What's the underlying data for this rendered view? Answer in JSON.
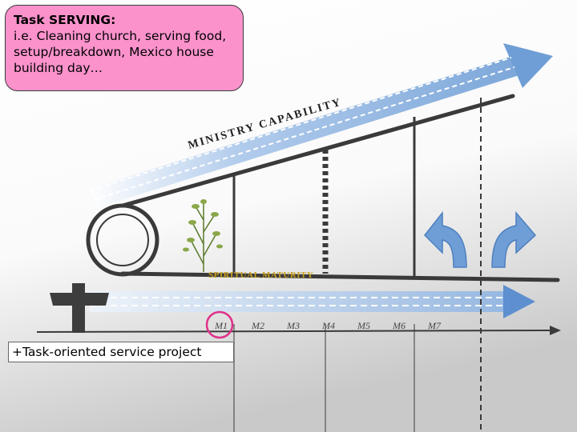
{
  "callout": {
    "title": "Task SERVING:",
    "body": "i.e. Cleaning church, serving food, setup/breakdown, Mexico house building day…"
  },
  "diagram": {
    "capability_label": "MINISTRY CAPABILITY",
    "maturity_label": "SPIRITUAL MATURITY",
    "milestones": [
      "M1",
      "M2",
      "M3",
      "M4",
      "M5",
      "M6",
      "M7"
    ],
    "highlighted_milestone": "M1"
  },
  "bottom_label": "+Task-oriented service project",
  "colors": {
    "callout_fill": "#fb92cc",
    "arrow_blue": "#7aa6d8",
    "highlight_circle": "#e0308a",
    "maturity_text": "#c8a020",
    "cross": "#3d3d3d"
  }
}
